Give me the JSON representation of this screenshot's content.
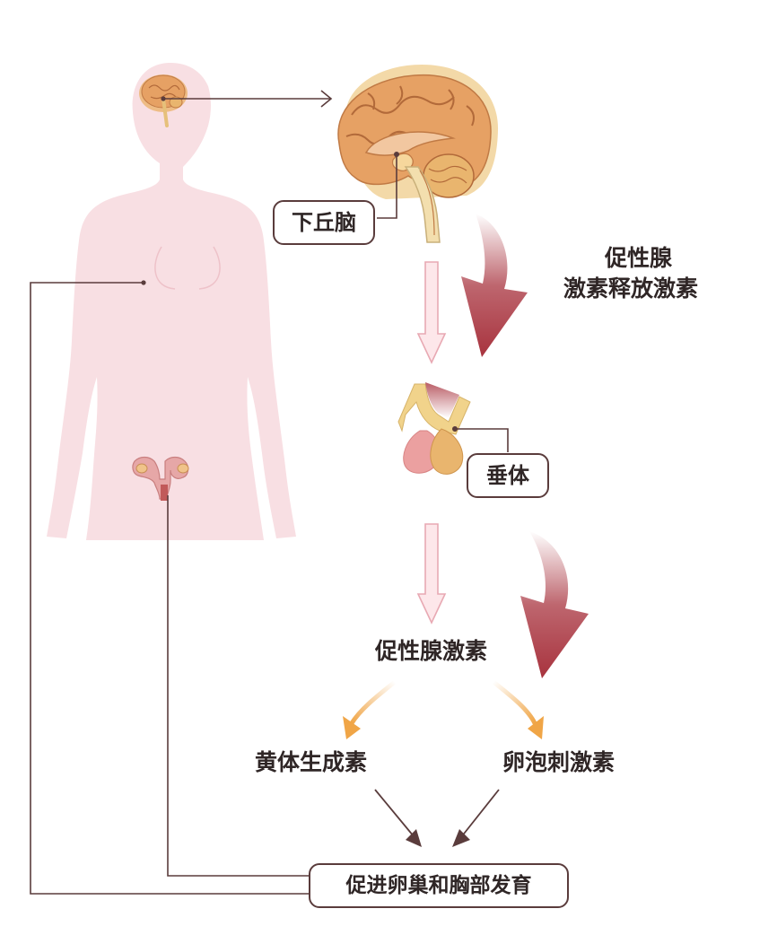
{
  "labels": {
    "hypothalamus": "下丘脑",
    "gnrh_line1": "促性腺",
    "gnrh_line2": "激素释放激素",
    "pituitary": "垂体",
    "gonadotropin": "促性腺激素",
    "lh": "黄体生成素",
    "fsh": "卵泡刺激素",
    "outcome": "促进卵巢和胸部发育"
  },
  "colors": {
    "silhouette": "#f8dfe3",
    "line": "#5a3c3c",
    "hormone_arrow_dark": "#a8333e",
    "pale_arrow_fill": "#fde7ea",
    "pale_arrow_stroke": "#e8a9b3",
    "orange_arrow": "#f0a546",
    "brain": "#e6a164"
  },
  "icons": [
    "brain-icon",
    "pituitary-icon",
    "uterus-icon",
    "female-silhouette"
  ]
}
